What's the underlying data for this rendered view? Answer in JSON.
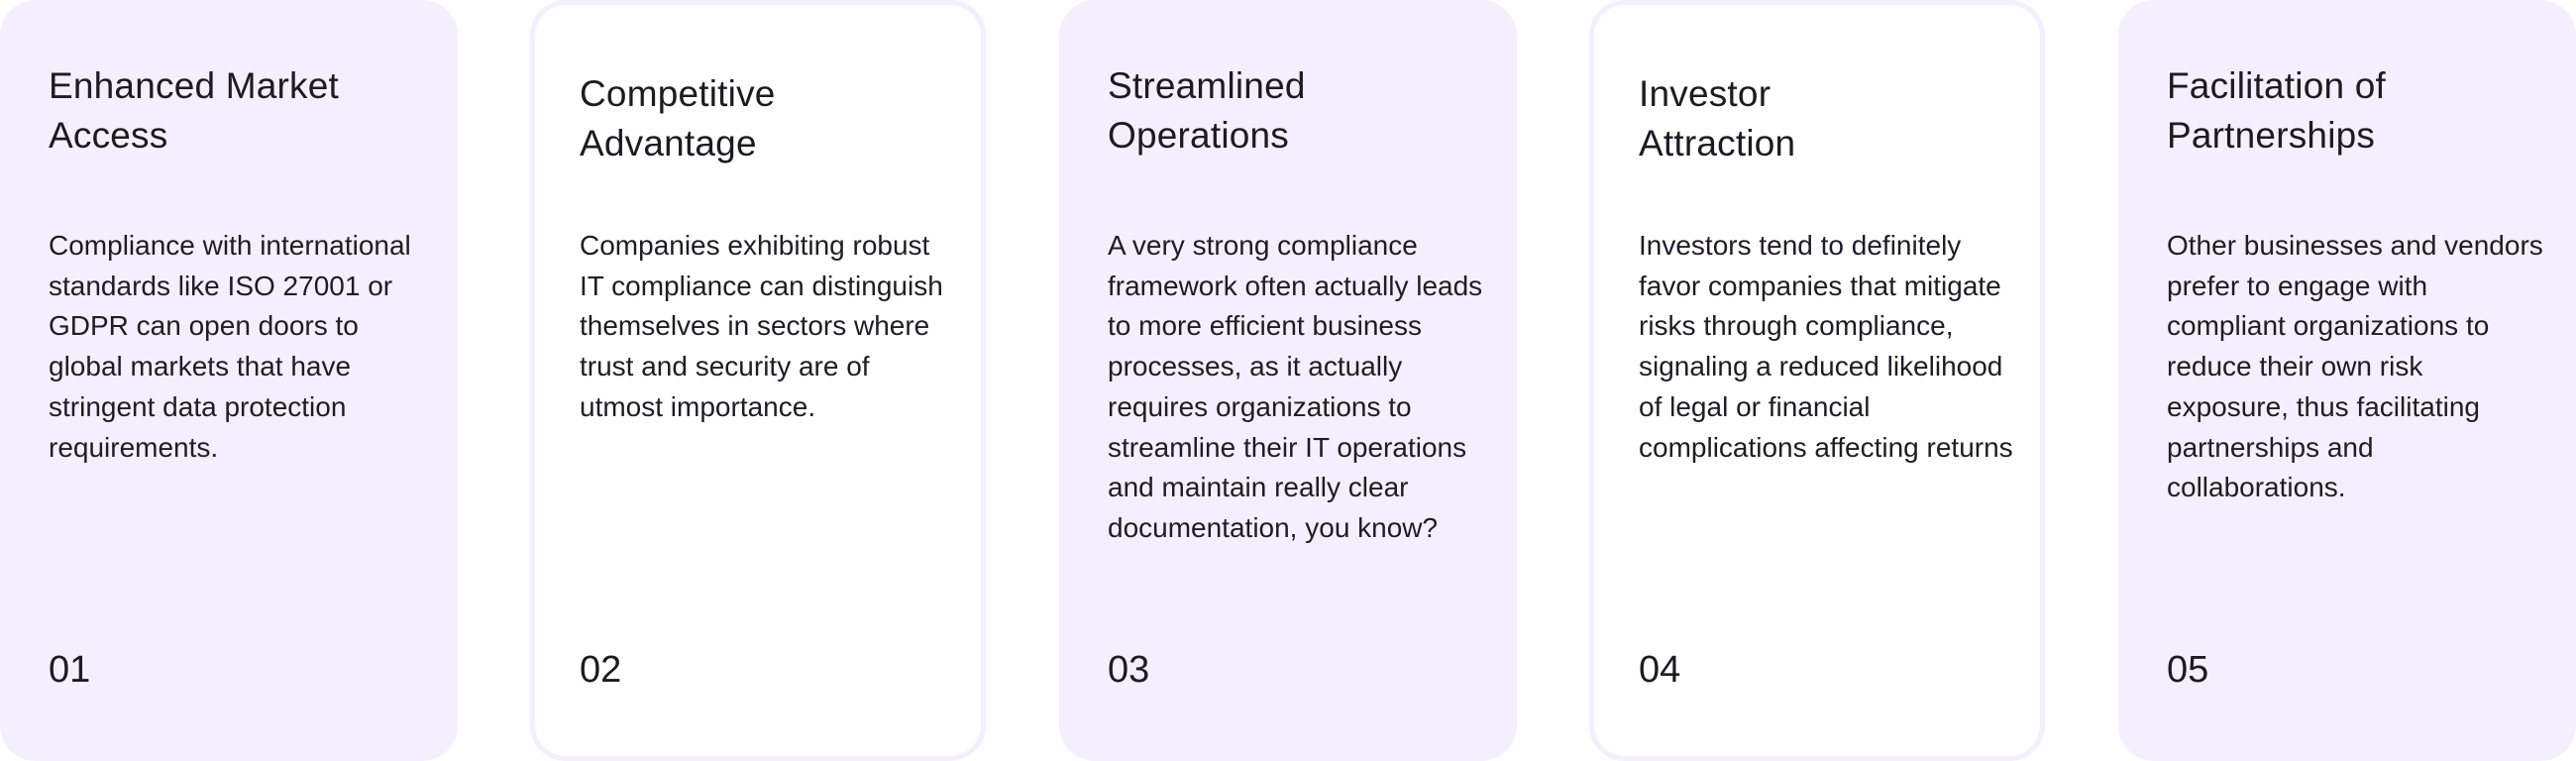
{
  "colors": {
    "card_fill": "#f4effc",
    "card_outline": "#f4effc",
    "text": "#1d1a24"
  },
  "cards": [
    {
      "title": "Enhanced Market\nAccess",
      "text": "Compliance with international standards like ISO 27001 or GDPR can open doors to global markets that have stringent data protection requirements.",
      "number": "01",
      "style": "filled"
    },
    {
      "title": "Competitive\nAdvantage",
      "text": "Companies exhibiting robust IT compliance can distinguish themselves in sectors where trust and security are of utmost importance.",
      "number": "02",
      "style": "outlined"
    },
    {
      "title": "Streamlined\nOperations",
      "text": "A very strong compliance framework often actually leads to more efficient business processes, as it actually requires organizations to streamline their IT operations and maintain really clear documentation, you know?",
      "number": "03",
      "style": "filled"
    },
    {
      "title": "Investor\nAttraction",
      "text": "Investors tend to definitely favor companies that mitigate risks through compliance, signaling a reduced likelihood of legal or financial complications affecting returns",
      "number": "04",
      "style": "outlined"
    },
    {
      "title": "Facilitation of\nPartnerships",
      "text": "Other businesses and vendors prefer to engage with compliant organizations to reduce their own risk exposure, thus facilitating partnerships and collaborations.",
      "number": "05",
      "style": "filled"
    }
  ]
}
